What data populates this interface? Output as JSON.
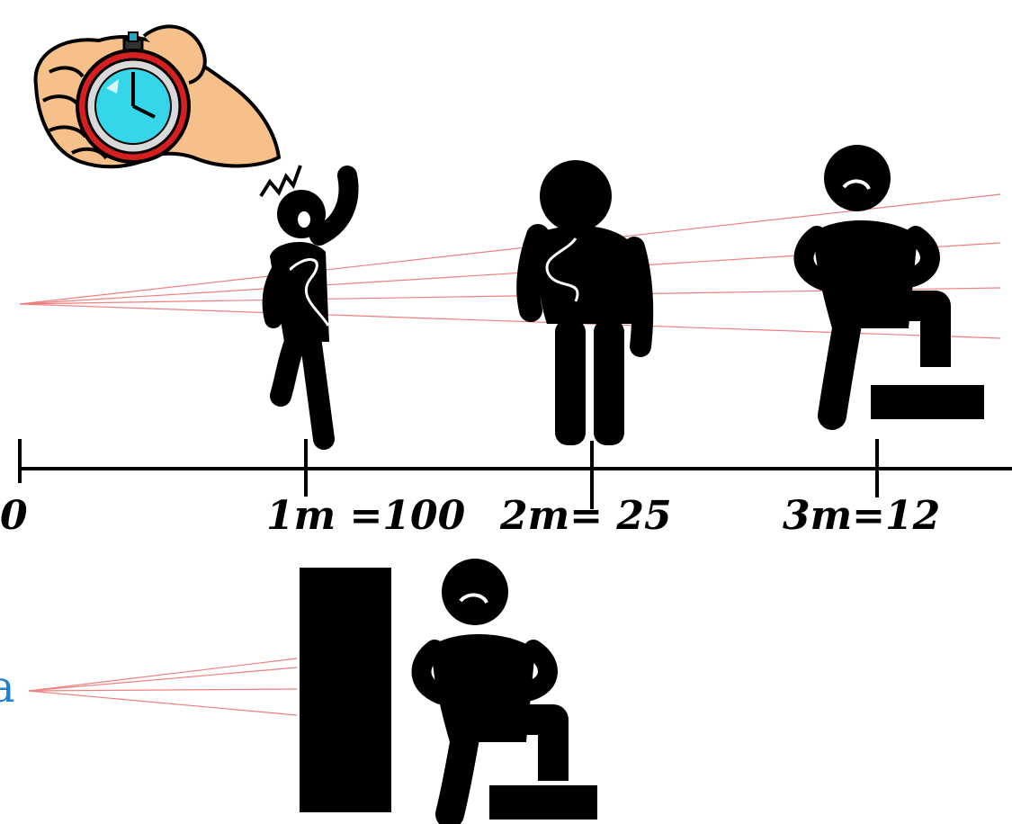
{
  "scale": {
    "origin_label": "0",
    "markers": [
      {
        "label": "1m =100"
      },
      {
        "label": "2m= 25"
      },
      {
        "label": "3m=12"
      }
    ]
  },
  "side_letter": "a",
  "colors": {
    "ink": "#000000",
    "rays": "#f08080",
    "watch_face": "#35d6e8",
    "watch_ring": "#d42020",
    "hand_skin": "#f6c08a",
    "side_letter": "#1f7fd1"
  },
  "icons": [
    "stopwatch-icon",
    "startled-person-icon",
    "standing-person-icon",
    "stepping-person-icon",
    "wall-block",
    "step-block"
  ]
}
